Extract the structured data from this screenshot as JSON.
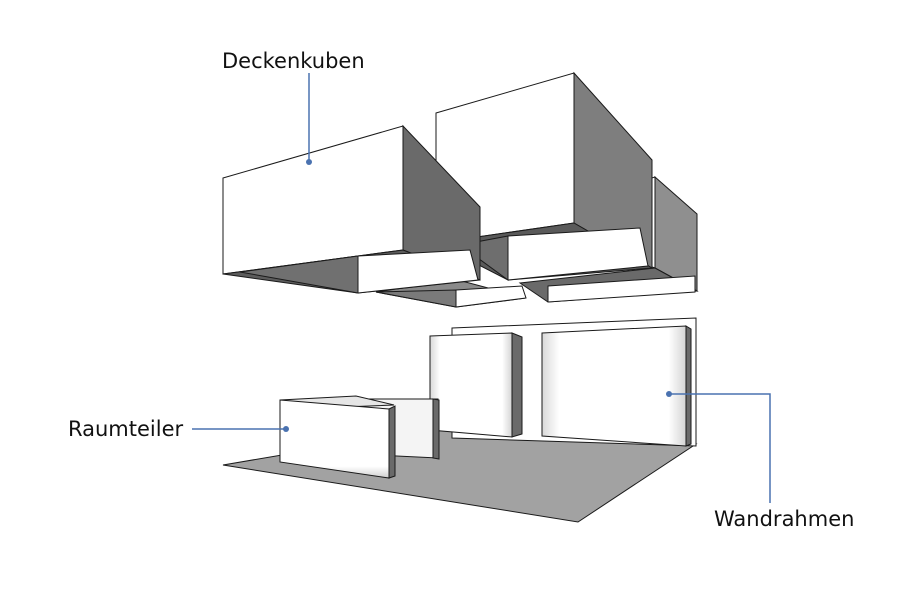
{
  "labels": {
    "ceiling_cubes": "Deckenkuben",
    "room_divider": "Raumteiler",
    "wall_frames": "Wandrahmen"
  },
  "colors": {
    "leader_line": "#4a72b0",
    "outline": "#1a1a1a",
    "face_light": "#ffffff",
    "face_mid": "#8f8f8f",
    "face_dark": "#6a6a6a",
    "floor": "#a2a2a2"
  }
}
